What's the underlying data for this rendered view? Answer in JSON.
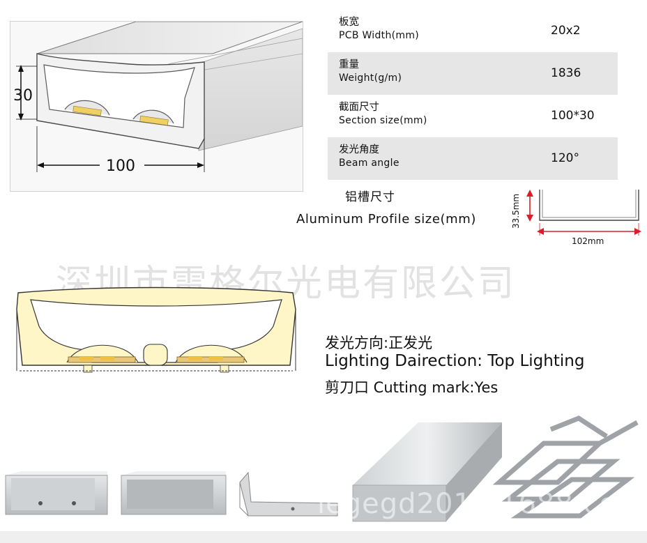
{
  "top_figure": {
    "height_label": "30",
    "width_label": "100"
  },
  "specs": [
    {
      "label_cn": "板宽",
      "label_en": "PCB Width(mm)",
      "value": "20x2"
    },
    {
      "label_cn": "重量",
      "label_en": "Weight(g/m)",
      "value": "1836"
    },
    {
      "label_cn": "截面尺寸",
      "label_en": "Section size(mm)",
      "value": "100*30"
    },
    {
      "label_cn": "发光角度",
      "label_en": "Beam angle",
      "value": "120°"
    }
  ],
  "profile": {
    "label_cn": "铝槽尺寸",
    "label_en": "Aluminum Profile size(mm)",
    "height_label": "33.5mm",
    "width_label": "102mm",
    "dimension_color": "#d81e2a"
  },
  "watermark_cn": "深圳市雷格尔光电有限公司",
  "lighting": {
    "direction_cn": "发光方向:正发光",
    "direction_en": "Lighting Dairection: Top Lighting",
    "cutting": "剪刀口 Cutting mark:Yes"
  },
  "watermark_url": "legegd2012.1688.com",
  "colors": {
    "glow": "#fff6c8",
    "led_chip": "#f0c040",
    "aluminum": "#c8cacd"
  }
}
